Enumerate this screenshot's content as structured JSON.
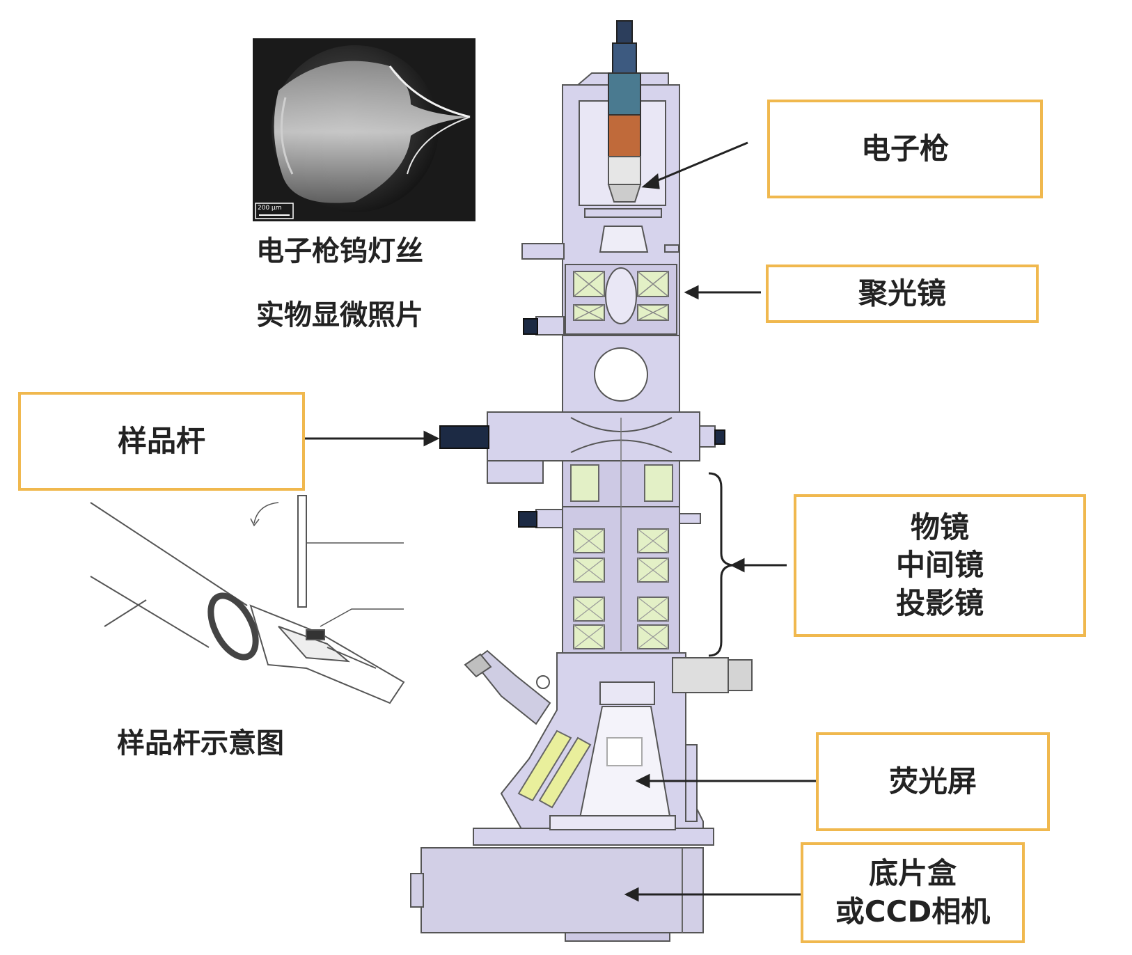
{
  "labels": {
    "gun": "电子枪",
    "condenser": "聚光镜",
    "holder": "样品杆",
    "lenses": [
      "物镜",
      "中间镜",
      "投影镜"
    ],
    "screen": "荧光屏",
    "camera": [
      "底片盒",
      "或CCD相机"
    ]
  },
  "captions": {
    "filament_line1": "电子枪钨灯丝",
    "filament_line2": "实物显微照片",
    "holder_sketch": "样品杆示意图"
  },
  "micrograph_scale": "200 μm",
  "colors": {
    "box_border": "#f0b84e",
    "column_fill": "#d6d3ec",
    "coil_fill": "#e3f0c6",
    "yellow_window": "#e9ef9c",
    "dark_knob": "#1c2a44"
  }
}
